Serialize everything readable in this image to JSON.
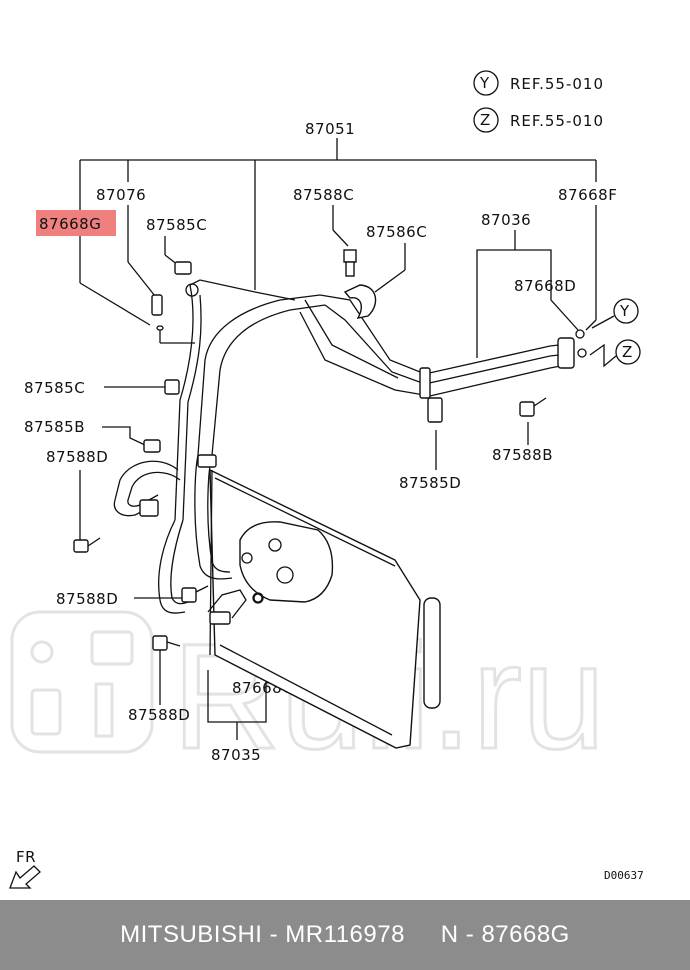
{
  "refs": [
    {
      "circle": "Y",
      "text": "REF.55-010"
    },
    {
      "circle": "Z",
      "text": "REF.55-010"
    }
  ],
  "parts": {
    "p87051": "87051",
    "p87076": "87076",
    "p87668G": "87668G",
    "p87585C_top": "87585C",
    "p87588C": "87588C",
    "p87586C": "87586C",
    "p87036": "87036",
    "p87668F": "87668F",
    "p87668D": "87668D",
    "p87585C_left": "87585C",
    "p87585B": "87585B",
    "p87588D_top": "87588D",
    "p87588B": "87588B",
    "p87585D": "87585D",
    "p87588D_mid": "87588D",
    "p87668C": "87668C",
    "p87588D_bottom": "87588D",
    "p87035": "87035"
  },
  "connectors": {
    "y": "Y",
    "z": "Z"
  },
  "watermark": "Ruli.ru",
  "direction_label": "FR",
  "diagram_code": "D00637",
  "highlight_color": "#f08080",
  "footer": {
    "brand": "MITSUBISHI",
    "sep1": " - ",
    "part_number": "MR116978",
    "gap": "     ",
    "key": "N - 87668G"
  }
}
